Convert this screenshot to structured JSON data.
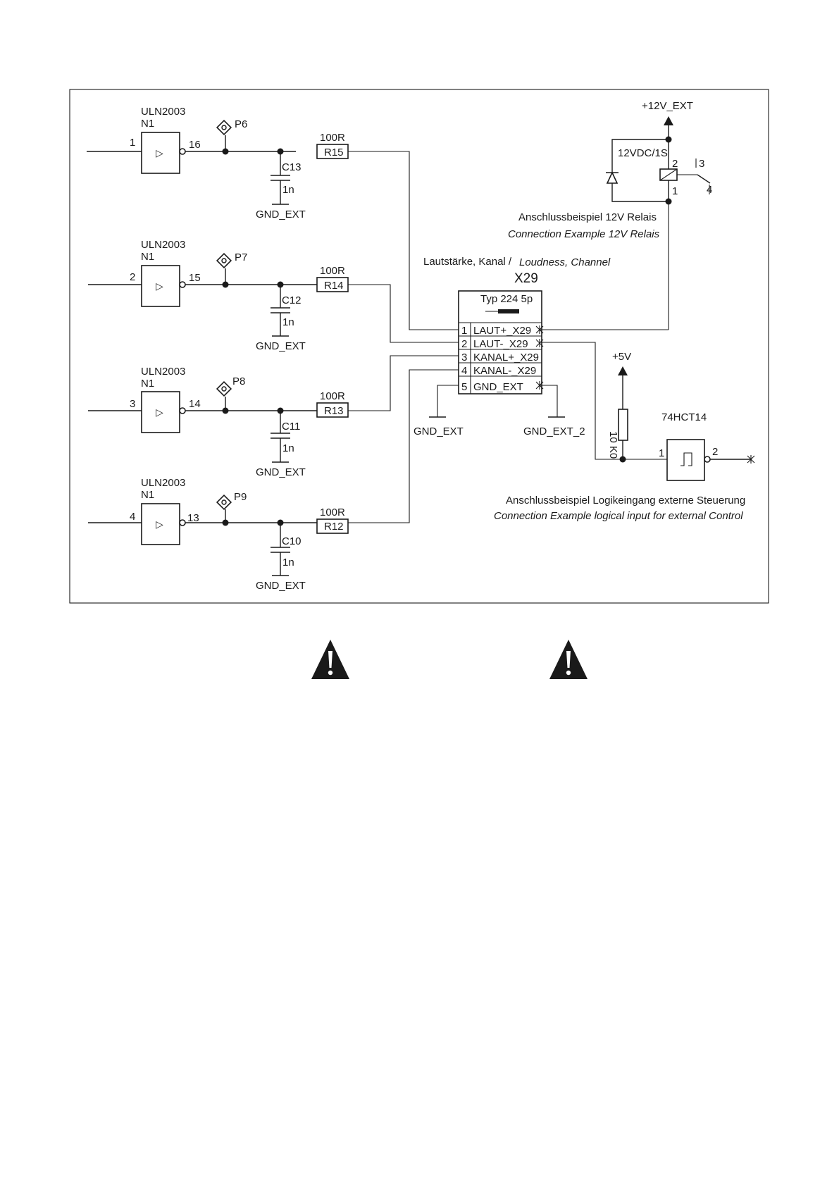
{
  "channels": [
    {
      "ic": "ULN2003",
      "unit": "N1",
      "in_pin": "1",
      "out_pin": "16",
      "test_point": "P6",
      "cap": "C13",
      "cap_value": "1n",
      "gnd": "GND_EXT",
      "res": "R15",
      "res_value": "100R"
    },
    {
      "ic": "ULN2003",
      "unit": "N1",
      "in_pin": "2",
      "out_pin": "15",
      "test_point": "P7",
      "cap": "C12",
      "cap_value": "1n",
      "gnd": "GND_EXT",
      "res": "R14",
      "res_value": "100R"
    },
    {
      "ic": "ULN2003",
      "unit": "N1",
      "in_pin": "3",
      "out_pin": "14",
      "test_point": "P8",
      "cap": "C11",
      "cap_value": "1n",
      "gnd": "GND_EXT",
      "res": "R13",
      "res_value": "100R"
    },
    {
      "ic": "ULN2003",
      "unit": "N1",
      "in_pin": "4",
      "out_pin": "13",
      "test_point": "P9",
      "cap": "C10",
      "cap_value": "1n",
      "gnd": "GND_EXT",
      "res": "R12",
      "res_value": "100R"
    }
  ],
  "buffer_symbol": "▷",
  "connector": {
    "heading_de": "Lautstärke, Kanal /",
    "heading_en": "Loudness, Channel",
    "ref": "X29",
    "type": "Typ 224 5p",
    "pins": [
      {
        "num": "1",
        "name": "LAUT+_X29"
      },
      {
        "num": "2",
        "name": "LAUT-_X29"
      },
      {
        "num": "3",
        "name": "KANAL+_X29"
      },
      {
        "num": "4",
        "name": "KANAL-_X29"
      },
      {
        "num": "5",
        "name": "GND_EXT"
      }
    ],
    "gnd_left": "GND_EXT",
    "gnd_right": "GND_EXT_2"
  },
  "relay": {
    "supply": "+12V_EXT",
    "rating": "12VDC/1S",
    "pin2": "2",
    "pin1": "1",
    "pin3": "3",
    "pin4": "4",
    "caption_de": "Anschlussbeispiel 12V Relais",
    "caption_en": "Connection Example 12V Relais"
  },
  "logic": {
    "supply": "+5V",
    "resistor": "10 K0",
    "ic": "74HCT14",
    "pin_in": "1",
    "pin_out": "2",
    "caption_de": "Anschlussbeispiel Logikeingang externe Steuerung",
    "caption_en": "Connection Example logical input for external Control"
  }
}
